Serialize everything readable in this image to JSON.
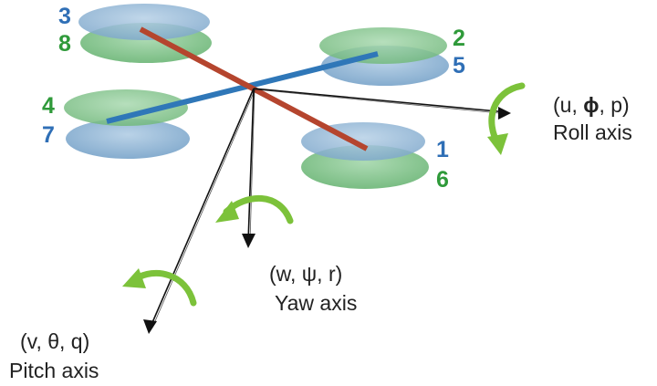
{
  "colors": {
    "blue_label": "#2f6fb6",
    "green_label": "#2f9a3a",
    "red_arm": "#b5452e",
    "blue_arm": "#2f77b8",
    "green_arrow": "#7cc23a",
    "prop_blue": "#8fb6d6",
    "prop_green": "#86c48e"
  },
  "motors": {
    "m1": "1",
    "m2": "2",
    "m3": "3",
    "m4": "4",
    "m5": "5",
    "m6": "6",
    "m7": "7",
    "m8": "8"
  },
  "axes": {
    "roll": {
      "vars": "(u, ",
      "phi": "ϕ",
      "tail": ", p)",
      "name": "Roll axis"
    },
    "yaw": {
      "vars": "(w, ψ, r)",
      "name": "Yaw axis"
    },
    "pitch": {
      "vars": "(v, θ, q)",
      "name": "Pitch axis"
    }
  }
}
